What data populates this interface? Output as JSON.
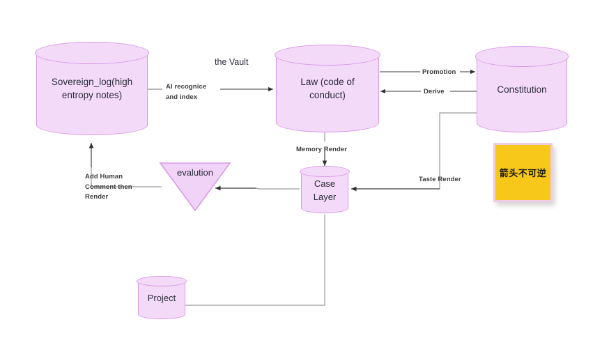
{
  "diagram": {
    "title_label": "the Vault",
    "nodes": [
      {
        "id": "sovereign",
        "shape": "cylinder",
        "label": "Sovereign_log(high\nentropy notes)"
      },
      {
        "id": "law",
        "shape": "cylinder",
        "label": "Law (code of conduct)"
      },
      {
        "id": "constitution",
        "shape": "cylinder",
        "label": "Constitution"
      },
      {
        "id": "case",
        "shape": "cylinder",
        "label": "Case\nLayer"
      },
      {
        "id": "project",
        "shape": "cylinder",
        "label": "Project"
      },
      {
        "id": "evalution",
        "shape": "triangle",
        "label": "evalution"
      }
    ],
    "edges": [
      {
        "id": "ai",
        "from": "sovereign",
        "to": "law",
        "label": "AI recognice\nand index"
      },
      {
        "id": "promotion",
        "from": "law",
        "to": "constitution",
        "label": "Promotion"
      },
      {
        "id": "derive",
        "from": "constitution",
        "to": "law",
        "label": "Derive"
      },
      {
        "id": "memory",
        "from": "law",
        "to": "case",
        "label": "Memory Render"
      },
      {
        "id": "taste",
        "from": "constitution",
        "to": "case",
        "label": "Taste Render"
      },
      {
        "id": "addhuman",
        "from": "evalution",
        "to": "sovereign",
        "label": "Add Human\nComment then\nRender"
      },
      {
        "id": "case-eval",
        "from": "case",
        "to": "evalution",
        "label": ""
      },
      {
        "id": "project-case",
        "from": "project",
        "to": "case",
        "label": ""
      }
    ],
    "sticky_note": {
      "text": "箭头不可逆"
    },
    "colors": {
      "node_fill": "#f4daf9",
      "node_stroke": "#d79ae6",
      "note_fill": "#f7c71a",
      "note_border": "#f0cce3",
      "edge_stroke": "#9a9a9a",
      "arrow_stroke": "#3a3a3a",
      "text": "#2b2b3a",
      "background": "#ffffff"
    }
  }
}
